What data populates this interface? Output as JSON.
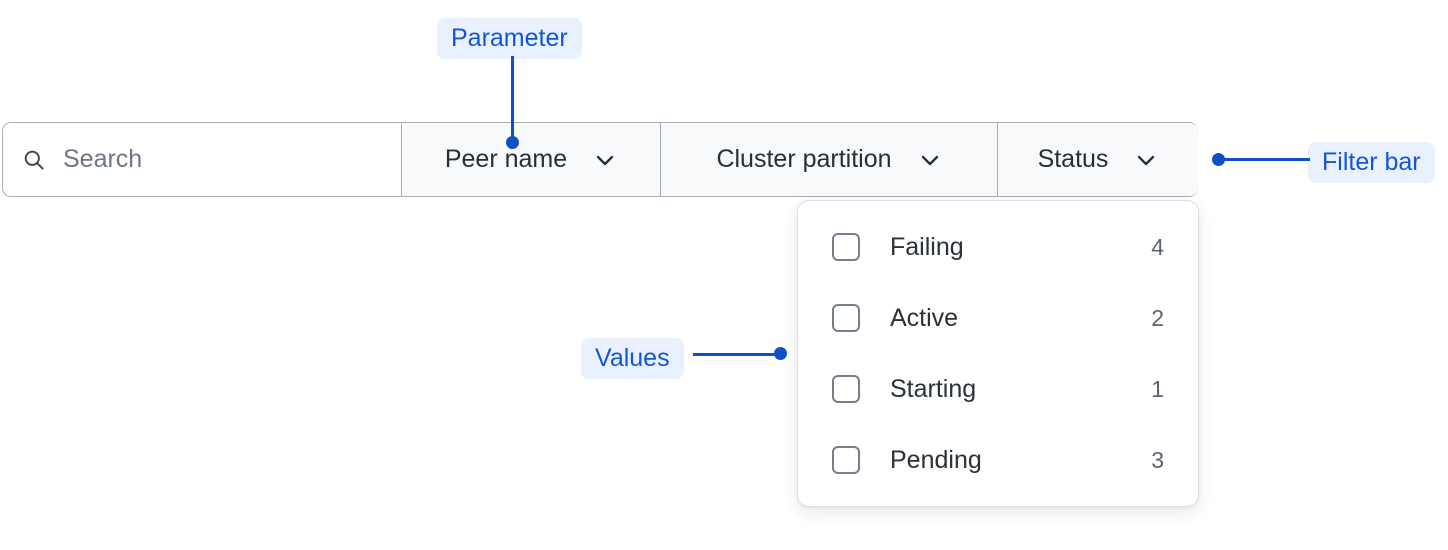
{
  "filter_bar": {
    "search": {
      "icon": "search-icon",
      "placeholder": "Search",
      "value": ""
    },
    "dropdowns": [
      {
        "label": "Peer name",
        "icon": "chevron-down-icon"
      },
      {
        "label": "Cluster partition",
        "icon": "chevron-down-icon"
      },
      {
        "label": "Status",
        "icon": "chevron-down-icon"
      }
    ]
  },
  "status_dropdown": {
    "open": true,
    "options": [
      {
        "label": "Failing",
        "count": "4",
        "checked": false
      },
      {
        "label": "Active",
        "count": "2",
        "checked": false
      },
      {
        "label": "Starting",
        "count": "1",
        "checked": false
      },
      {
        "label": "Pending",
        "count": "3",
        "checked": false
      }
    ]
  },
  "annotations": [
    {
      "label": "Parameter"
    },
    {
      "label": "Filter bar"
    },
    {
      "label": "Values"
    }
  ],
  "colors": {
    "accent": "#0f4fc8",
    "badge_text": "#1355d8",
    "badge_background": "#eaf1fe",
    "bar_background": "#f8f9fa",
    "bar_border": "#a9adb8",
    "panel_border": "#dcdfe5",
    "text": "#2b3139",
    "muted_text": "#5b6470",
    "placeholder": "#6e7682"
  }
}
